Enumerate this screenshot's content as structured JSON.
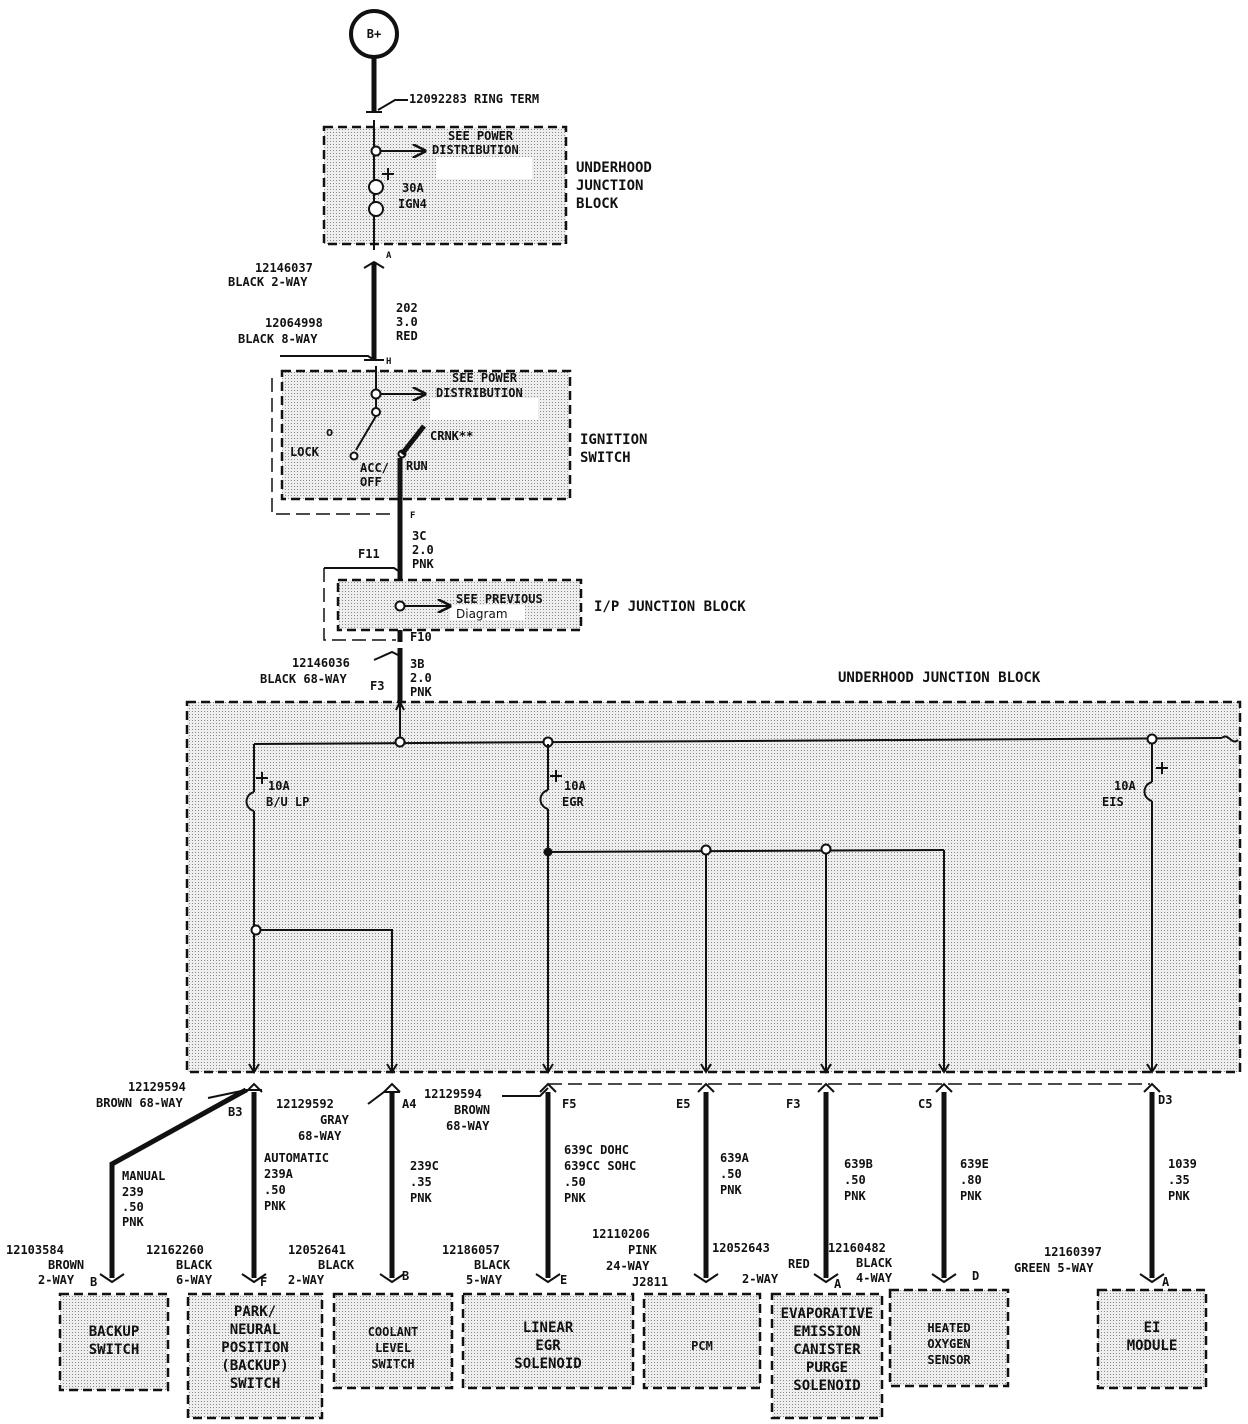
{
  "power_source": "B+",
  "ring_term": "12092283   RING TERM",
  "uhjb_top": {
    "see": "SEE POWER",
    "distribution": "DISTRIBUTION",
    "fuse_rating": "30A",
    "fuse_name": "IGN4",
    "title_lines": [
      "UNDERHOOD",
      "JUNCTION",
      "BLOCK"
    ],
    "terminal": "A"
  },
  "connector_top": {
    "part": "12146037",
    "desc": "BLACK 2-WAY"
  },
  "wire_202": {
    "circuit": "202",
    "gauge": "3.0",
    "color": "RED"
  },
  "connector_ign": {
    "part": "12064998",
    "desc": "BLACK 8-WAY",
    "terminal": "H"
  },
  "ignition": {
    "see": "SEE POWER",
    "distribution": "DISTRIBUTION",
    "lock": "LOCK",
    "lock_mark": "o",
    "accoff": [
      "ACC/",
      "OFF"
    ],
    "run": "RUN",
    "crnk": "CRNK**",
    "title_lines": [
      "IGNITION",
      "SWITCH"
    ],
    "terminal": "F"
  },
  "wire_3c": {
    "circuit": "3C",
    "gauge": "2.0",
    "color": "PNK"
  },
  "ipjb": {
    "pin_in": "F11",
    "see": "SEE  PREVIOUS",
    "diagram": "Diagram",
    "title": "I/P JUNCTION BLOCK",
    "pin_out": "F10"
  },
  "connector_68": {
    "part": "12146036",
    "desc": "BLACK 68-WAY",
    "pin": "F3"
  },
  "wire_3b": {
    "circuit": "3B",
    "gauge": "2.0",
    "color": "PNK"
  },
  "uhjb_main": {
    "title": "UNDERHOOD JUNCTION BLOCK",
    "fuses": [
      {
        "rating": "10A",
        "name": "B/U LP"
      },
      {
        "rating": "10A",
        "name": "EGR"
      },
      {
        "rating": "10A",
        "name": "EIS"
      }
    ]
  },
  "harness_connectors": [
    {
      "part": "12129594",
      "desc": "BROWN 68-WAY",
      "pin": "B3"
    },
    {
      "part": "12129592",
      "desc_lines": [
        "GRAY",
        "68-WAY"
      ],
      "pin": "A4"
    },
    {
      "part": "12129594",
      "desc_lines": [
        "BROWN",
        "68-WAY"
      ],
      "pins": [
        "F5",
        "E5",
        "F3",
        "C5",
        "D3"
      ]
    }
  ],
  "wires": [
    {
      "id": "manual",
      "lines": [
        "MANUAL",
        "239",
        ".50",
        "PNK"
      ]
    },
    {
      "id": "automatic",
      "lines": [
        "AUTOMATIC",
        "239A",
        ".50",
        "PNK"
      ]
    },
    {
      "id": "coolant",
      "lines": [
        "239C",
        ".35",
        "PNK"
      ]
    },
    {
      "id": "egr",
      "lines": [
        "639C DOHC",
        "639CC SOHC",
        ".50",
        "PNK"
      ]
    },
    {
      "id": "pcm",
      "lines": [
        "639A",
        ".50",
        "PNK"
      ]
    },
    {
      "id": "evap",
      "lines": [
        "639B",
        ".50",
        "PNK"
      ]
    },
    {
      "id": "o2",
      "lines": [
        "639E",
        ".80",
        "PNK"
      ]
    },
    {
      "id": "ei",
      "lines": [
        "1039",
        ".35",
        "PNK"
      ]
    }
  ],
  "components": [
    {
      "part": "12103584",
      "desc_lines": [
        "BROWN",
        "2-WAY"
      ],
      "pin": "B",
      "name_lines": [
        "BACKUP",
        "SWITCH"
      ]
    },
    {
      "part": "12162260",
      "desc_lines": [
        "BLACK",
        "6-WAY"
      ],
      "pin": "F",
      "name_lines": [
        "PARK/",
        "NEURAL",
        "POSITION",
        "(BACKUP)",
        "SWITCH"
      ]
    },
    {
      "part": "12052641",
      "desc_lines": [
        "BLACK",
        "2-WAY"
      ],
      "pin": "B",
      "name_lines": [
        "COOLANT",
        "LEVEL",
        "SWITCH"
      ]
    },
    {
      "part": "12186057",
      "desc_lines": [
        "BLACK",
        "5-WAY"
      ],
      "pin": "E",
      "name_lines": [
        "LINEAR",
        "EGR",
        "SOLENOID"
      ]
    },
    {
      "part": "12110206",
      "desc_lines": [
        "PINK",
        "24-WAY"
      ],
      "pin": "J2811",
      "name_lines": [
        "PCM"
      ]
    },
    {
      "part": "12052643",
      "desc_lines": [
        "RED",
        "2-WAY"
      ],
      "pin": "A",
      "name_lines": [
        "EVAPORATIVE",
        "EMISSION",
        "CANISTER",
        "PURGE",
        "SOLENOID"
      ]
    },
    {
      "part": "12160482",
      "desc_lines": [
        "BLACK",
        "4-WAY"
      ],
      "pin": "D",
      "name_lines": [
        "HEATED",
        "OXYGEN",
        "SENSOR"
      ]
    },
    {
      "part": "12160397",
      "desc_lines": [
        "GREEN 5-WAY"
      ],
      "pin": "A",
      "name_lines": [
        "EI",
        "MODULE"
      ]
    }
  ]
}
